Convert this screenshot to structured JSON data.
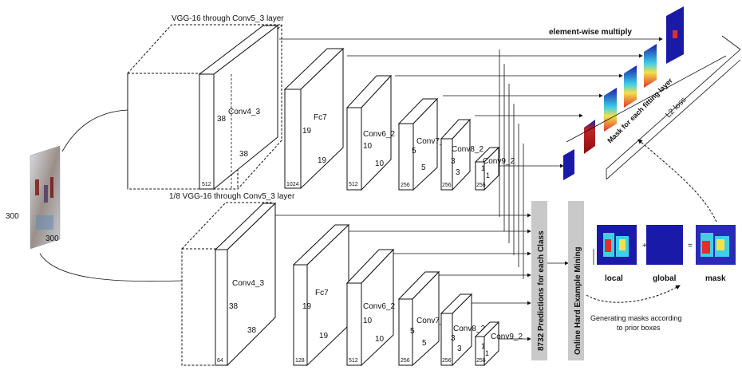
{
  "input": {
    "height_label": "300",
    "width_label": "300"
  },
  "top_branch": {
    "title": "VGG-16 through Conv5_3 layer",
    "conv4_3": {
      "name": "Conv4_3",
      "size": "38",
      "size2": "38",
      "channels": "512"
    },
    "fc7": {
      "name": "Fc7",
      "size": "19",
      "size2": "19",
      "channels": "1024"
    },
    "conv6_2": {
      "name": "Conv6_2",
      "size": "10",
      "size2": "10",
      "channels": "512"
    },
    "conv7_2": {
      "name": "Conv7_2",
      "size": "5",
      "size2": "5",
      "channels": "256"
    },
    "conv8_2": {
      "name": "Conv8_2",
      "size": "3",
      "size2": "3",
      "channels": "256"
    },
    "conv9_2": {
      "name": "Conv9_2",
      "size": "1",
      "size2": "1",
      "channels": "256"
    }
  },
  "bottom_branch": {
    "title": "1/8 VGG-16 through Conv5_3 layer",
    "conv4_3": {
      "name": "Conv4_3",
      "size": "38",
      "size2": "38",
      "channels": "64"
    },
    "fc7": {
      "name": "Fc7",
      "size": "19",
      "size2": "19",
      "channels": "128"
    },
    "conv6_2": {
      "name": "Conv6_2",
      "size": "10",
      "size2": "10",
      "channels": "512"
    },
    "conv7_2": {
      "name": "Conv7_2",
      "size": "5",
      "size2": "5",
      "channels": "256"
    },
    "conv8_2": {
      "name": "Conv8_2",
      "size": "3",
      "size2": "3",
      "channels": "256"
    },
    "conv9_2": {
      "name": "Conv9_2",
      "size": "1",
      "size2": "1",
      "channels": "256"
    }
  },
  "labels": {
    "element_wise": "element-wise multiply",
    "mask_layer": "Mask for each fitting layer",
    "l2_loss": "L2 loss",
    "predictions": "8732 Predictions for each Class",
    "ohem": "Online Hard Example Mining",
    "local": "local",
    "global": "global",
    "mask": "mask",
    "plus": "+",
    "equals": "=",
    "generating": "Generating masks according",
    "generating2": "to prior boxes"
  },
  "colors": {
    "heat_blue": "#1a1aa8",
    "heat_red": "#e0302a",
    "heat_yellow": "#f4e04a",
    "heat_cyan": "#3fd0e8",
    "gray_bar": "#c9c9c9"
  }
}
